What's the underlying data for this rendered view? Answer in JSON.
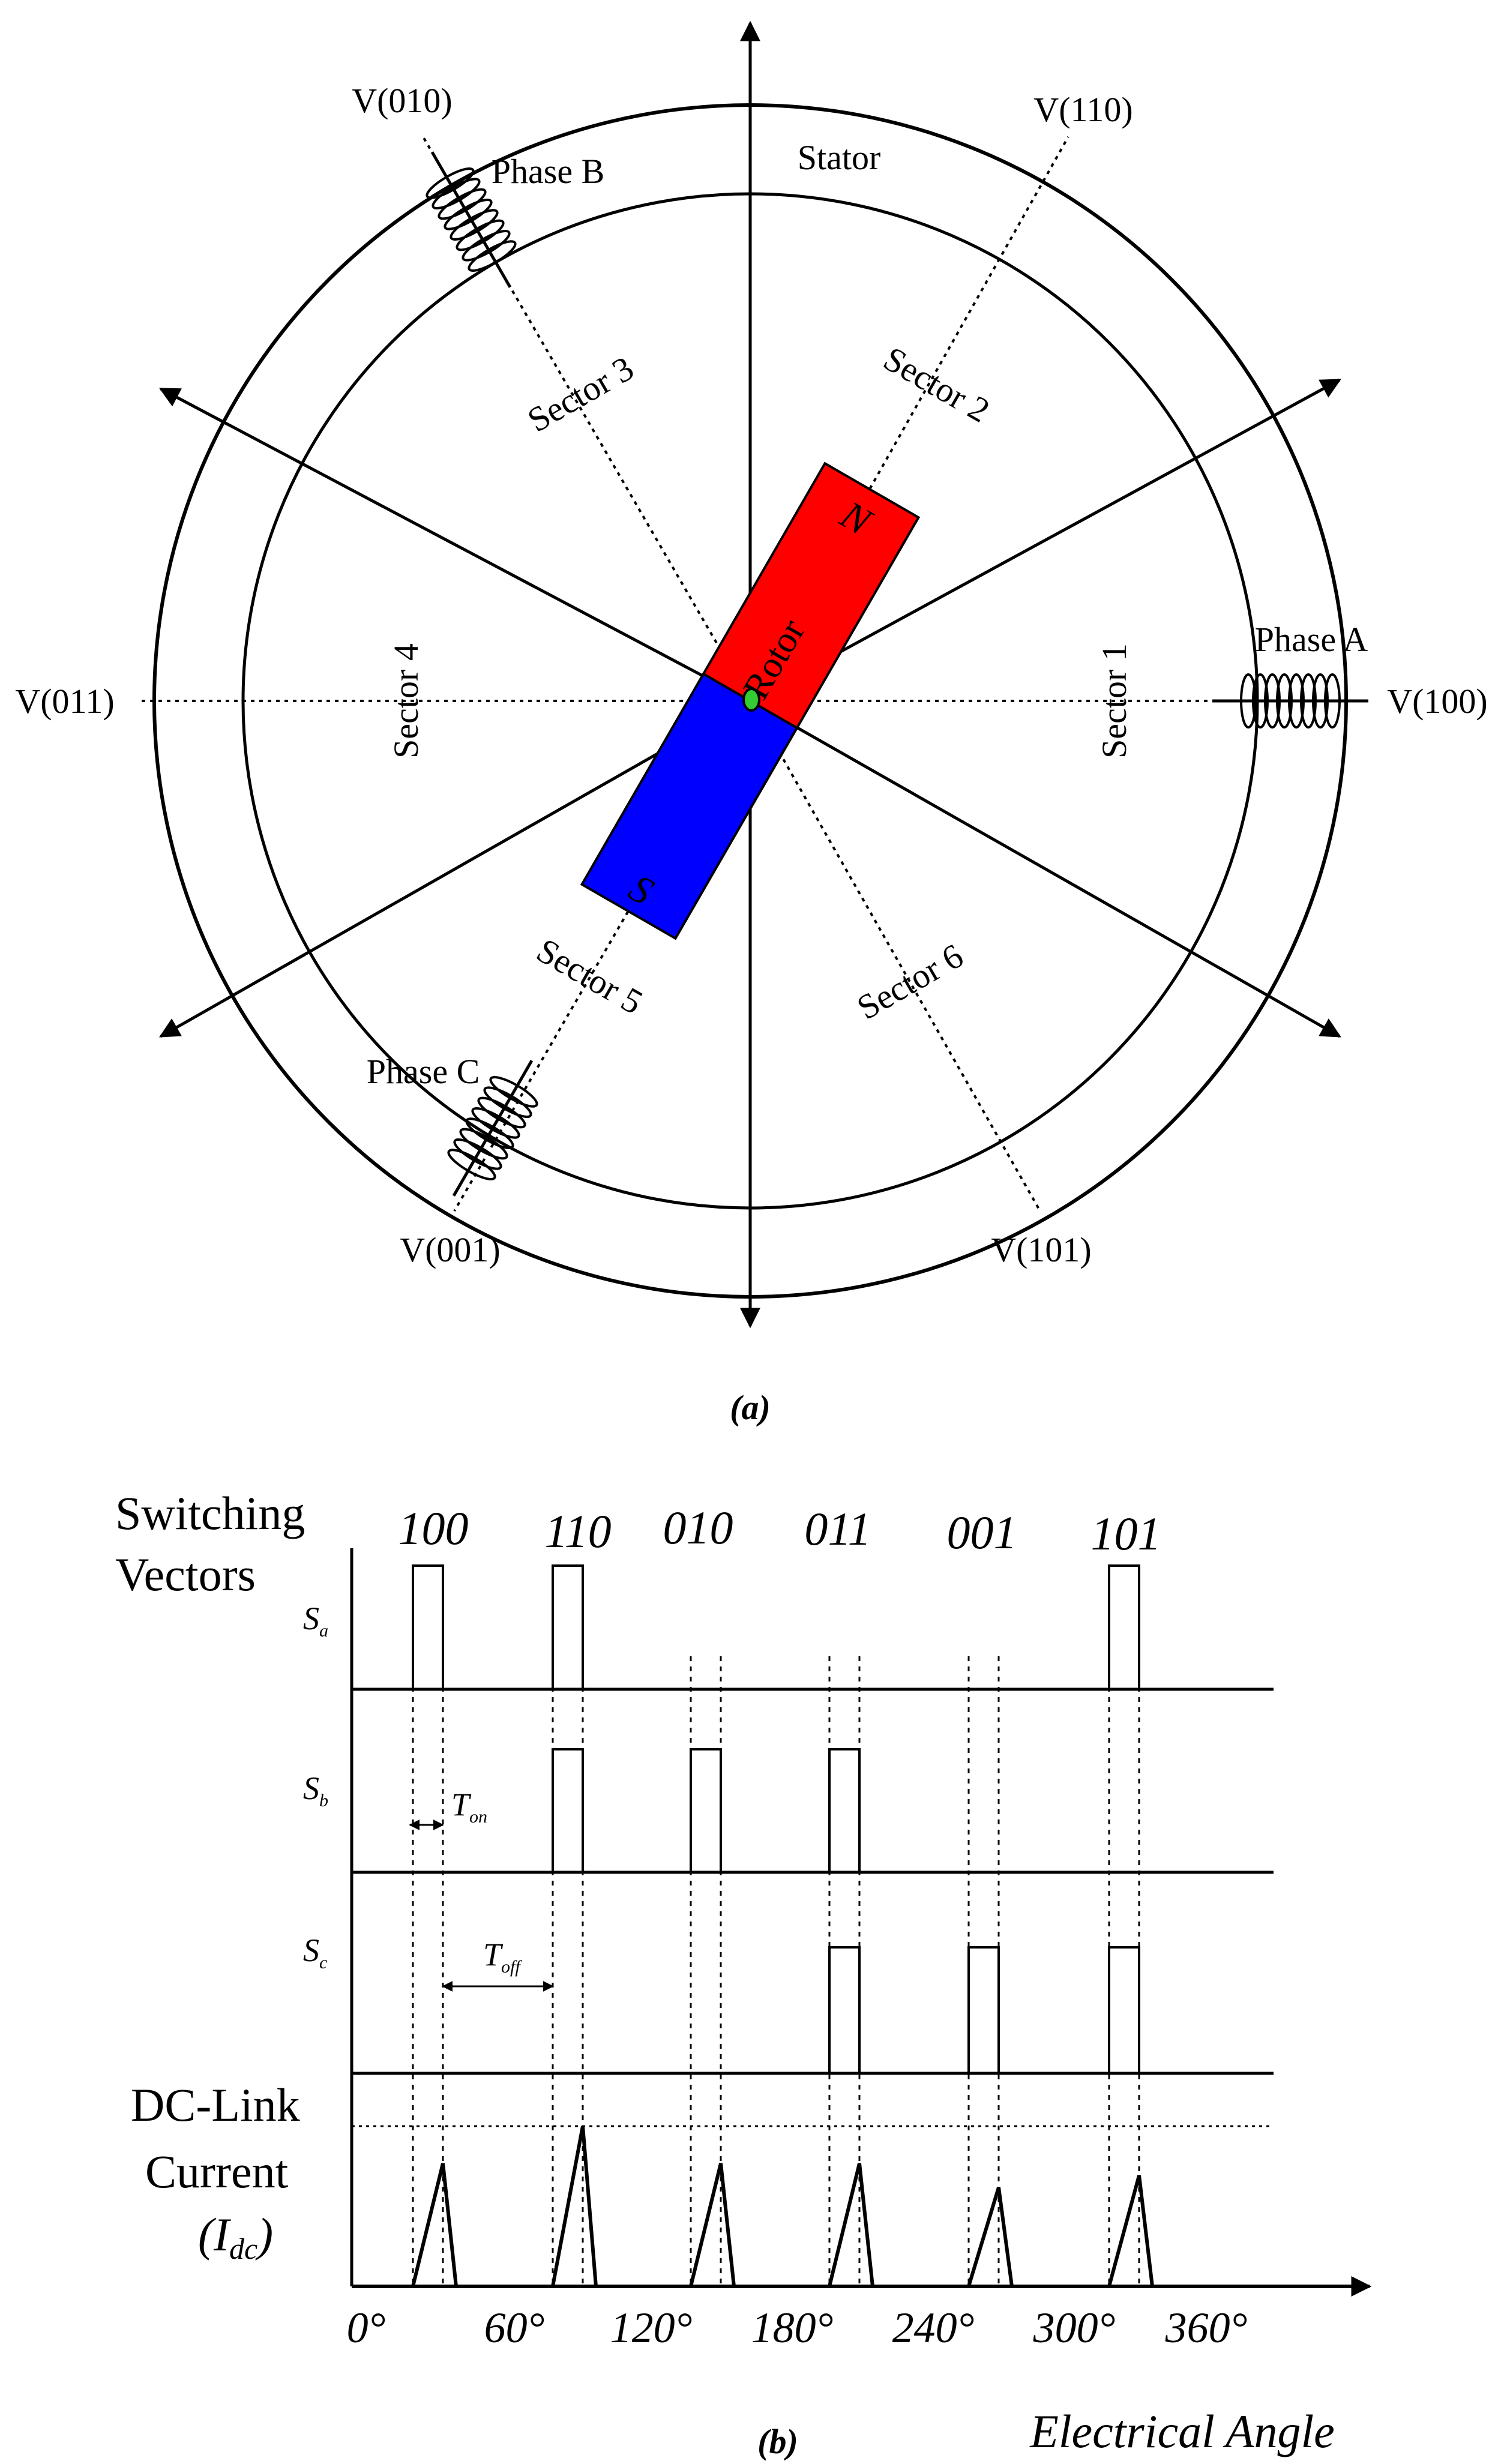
{
  "panel_a": {
    "caption": "(a)",
    "stator_label": "Stator",
    "rotor_label": "Rotor",
    "north_label": "N",
    "south_label": "S",
    "colors": {
      "north_pole": "#ff0000",
      "south_pole": "#0000ff",
      "pivot": "#33cc33"
    },
    "phases": {
      "a": "Phase A",
      "b": "Phase B",
      "c": "Phase C"
    },
    "vectors": {
      "v100": "V(100)",
      "v110": "V(110)",
      "v010": "V(010)",
      "v011": "V(011)",
      "v001": "V(001)",
      "v101": "V(101)"
    },
    "sectors": {
      "s1": "Sector 1",
      "s2": "Sector 2",
      "s3": "Sector 3",
      "s4": "Sector 4",
      "s5": "Sector 5",
      "s6": "Sector 6"
    }
  },
  "panel_b": {
    "caption": "(b)",
    "title_line1": "Switching",
    "title_line2": "Vectors",
    "sa": {
      "main": "S",
      "sub": "a"
    },
    "sb": {
      "main": "S",
      "sub": "b"
    },
    "sc": {
      "main": "S",
      "sub": "c"
    },
    "ton": {
      "main": "T",
      "sub": "on"
    },
    "toff": {
      "main": "T",
      "sub": "off"
    },
    "dc_line1": "DC-Link",
    "dc_line2": "Current",
    "dc_line3": "(I",
    "dc_sub": "dc",
    "dc_close": ")",
    "x_axis_label": "Electrical Angle",
    "vector_codes": [
      "100",
      "110",
      "010",
      "011",
      "001",
      "101"
    ],
    "angle_ticks": [
      "0°",
      "60°",
      "120°",
      "180°",
      "240°",
      "300°",
      "360°"
    ]
  }
}
